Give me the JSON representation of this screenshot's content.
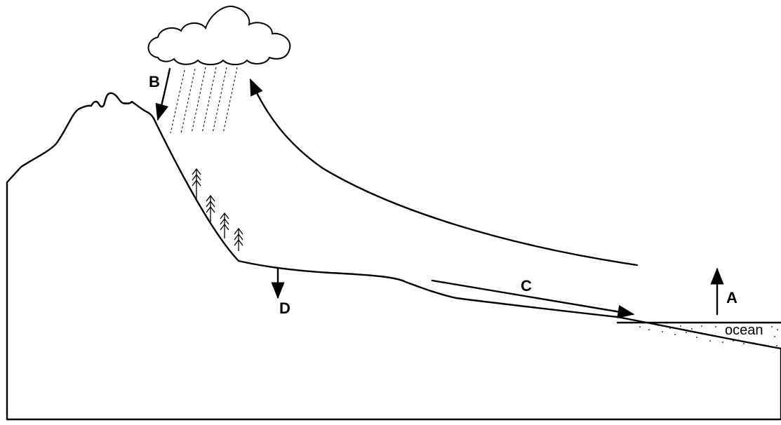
{
  "labels": {
    "a": "A",
    "b": "B",
    "c": "C",
    "d": "D",
    "ocean": "ocean"
  },
  "colors": {
    "stroke": "#000000",
    "background": "#ffffff"
  }
}
